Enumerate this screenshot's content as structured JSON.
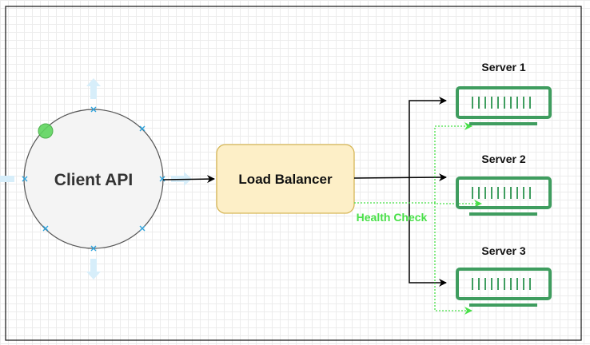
{
  "diagram": {
    "client": {
      "label": "Client API"
    },
    "load_balancer": {
      "label": "Load Balancer"
    },
    "servers": [
      {
        "label": "Server 1"
      },
      {
        "label": "Server 2"
      },
      {
        "label": "Server 3"
      }
    ],
    "health_check": {
      "label": "Health Check"
    }
  },
  "colors": {
    "server_green": "#3f9d5f",
    "health_green": "#48e048",
    "lb_fill": "#fdefc7",
    "lb_stroke": "#d6b656",
    "client_fill": "#f4f4f4",
    "selection_blue": "#2fa3dc",
    "hover_arrow": "#d7eefa",
    "selection_handle": "#5fd55f"
  }
}
